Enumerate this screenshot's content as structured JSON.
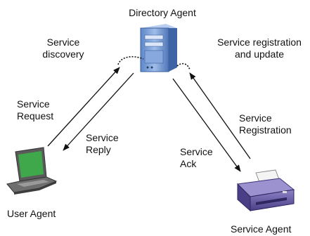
{
  "nodes": {
    "directory_agent": "Directory Agent",
    "user_agent": "User Agent",
    "service_agent": "Service Agent"
  },
  "edges": {
    "service_discovery": [
      "Service",
      "discovery"
    ],
    "service_request": [
      "Service",
      "Request"
    ],
    "service_reply": [
      "Service",
      "Reply"
    ],
    "service_registration_update": [
      "Service registration",
      "and update"
    ],
    "service_registration": [
      "Service",
      "Registration"
    ],
    "service_ack": [
      "Service",
      "Ack"
    ]
  },
  "colors": {
    "server_blue": "#7aa0d8",
    "laptop_screen": "#4caf50",
    "printer_purple": "#6b5fa8"
  }
}
